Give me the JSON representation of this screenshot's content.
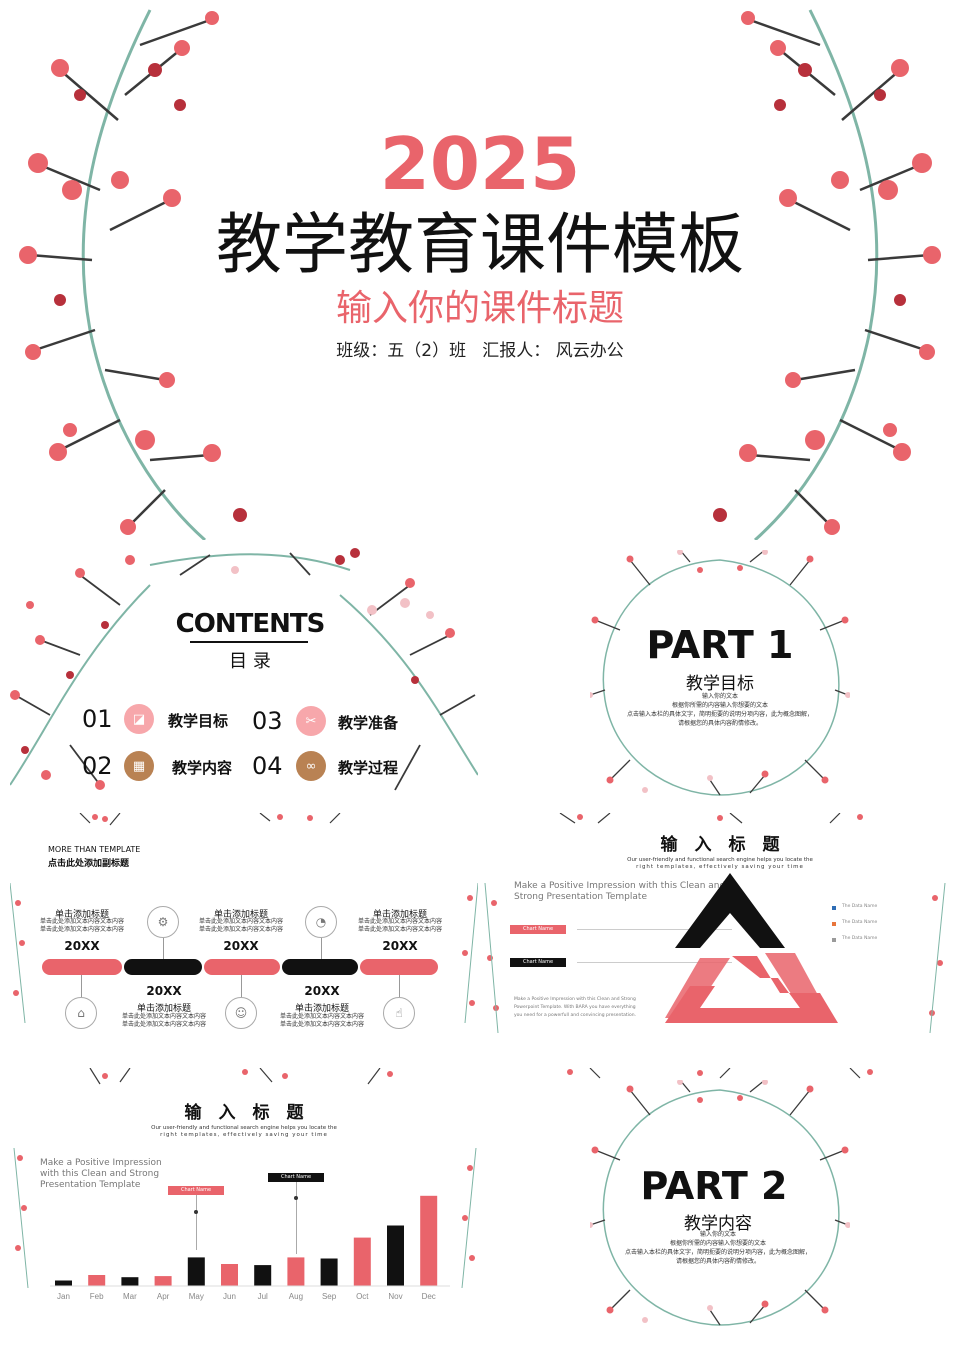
{
  "cover": {
    "year": "2025",
    "title": "教学教育课件模板",
    "subtitle": "输入你的课件标题",
    "info": "班级：五（2）班   汇报人： 风云办公"
  },
  "contents": {
    "title": "CONTENTS",
    "subtitle": "目 录",
    "items": [
      {
        "num": "01",
        "label": "教学目标",
        "icon": "badge-icon"
      },
      {
        "num": "03",
        "label": "教学准备",
        "icon": "tools-icon"
      },
      {
        "num": "02",
        "label": "教学内容",
        "icon": "calculator-icon"
      },
      {
        "num": "04",
        "label": "教学过程",
        "icon": "link-icon"
      }
    ]
  },
  "part1": {
    "title": "PART 1",
    "subtitle": "教学目标",
    "line1": "输入你的文本",
    "line2": "根据你所需的内容输入你想要的文本",
    "line3": "点击输入本栏的具体文字，简明扼要的说明分项内容，此为概念图解，",
    "line4": "请根据您的具体内容酌情修改。"
  },
  "timeline": {
    "header": "MORE THAN TEMPLATE",
    "subheader": "点击此处添加副标题",
    "top": [
      {
        "label": "单击添加标题",
        "desc1": "单击此处添加文本内容文本内容",
        "desc2": "单击此处添加文本内容文本内容",
        "year": "20XX"
      },
      {
        "label": "单击添加标题",
        "desc1": "单击此处添加文本内容文本内容",
        "desc2": "单击此处添加文本内容文本内容",
        "year": "20XX"
      },
      {
        "label": "单击添加标题",
        "desc1": "单击此处添加文本内容文本内容",
        "desc2": "单击此处添加文本内容文本内容",
        "year": "20XX"
      }
    ],
    "bottom": [
      {
        "label": "单击添加标题",
        "desc1": "单击此处添加文本内容文本内容",
        "desc2": "单击此处添加文本内容文本内容",
        "year": "20XX"
      },
      {
        "label": "单击添加标题",
        "desc1": "单击此处添加文本内容文本内容",
        "desc2": "单击此处添加文本内容文本内容",
        "year": "20XX"
      }
    ]
  },
  "triangle": {
    "title": "输　入　标　题",
    "desc1": "Our user-friendly and functional search engine helps you locate the",
    "desc2": "right templates, effectively saving your time",
    "lead1": "Make a Positive Impression with this Clean and",
    "lead2": "Strong Presentation Template",
    "chip1": "Chart Name",
    "chip2": "Chart Name",
    "body1": "Make a Positive Impression with this Clean and Strong",
    "body2": "Powerpoint Template. With BARA you have everything",
    "body3": "you need for a powerfull and convincing presentation.",
    "legend": [
      "The Data Name",
      "The Data Name",
      "The Data Name"
    ],
    "legend_colors": [
      "#2f6db5",
      "#e8753b",
      "#9a9a9a"
    ]
  },
  "barslide": {
    "title": "输　入　标　题",
    "desc1": "Our user-friendly and functional search engine helps you locate the",
    "desc2": "right templates, effectively saving your time",
    "lead1": "Make a Positive Impression",
    "lead2": "with this Clean and Strong",
    "lead3": "Presentation Template",
    "chip1": "Chart Name",
    "chip2": "Chart Name"
  },
  "chart_data": {
    "type": "bar",
    "categories": [
      "Jan",
      "Feb",
      "Mar",
      "Apr",
      "May",
      "Jun",
      "Jul",
      "Aug",
      "Sep",
      "Oct",
      "Nov",
      "Dec"
    ],
    "values": [
      5,
      10,
      8,
      9,
      26,
      20,
      19,
      26,
      25,
      44,
      55,
      82
    ],
    "colors": [
      "#111111",
      "#e9646b",
      "#111111",
      "#e9646b",
      "#111111",
      "#e9646b",
      "#111111",
      "#e9646b",
      "#111111",
      "#e9646b",
      "#111111",
      "#e9646b"
    ],
    "ylim": [
      0,
      100
    ]
  },
  "part2": {
    "title": "PART 2",
    "subtitle": "教学内容",
    "line1": "输入你的文本",
    "line2": "根据你所需的内容输入你想要的文本",
    "line3": "点击输入本栏的具体文字，简明扼要的说明分项内容，此为概念图解，",
    "line4": "请根据您的具体内容酌情修改。"
  }
}
